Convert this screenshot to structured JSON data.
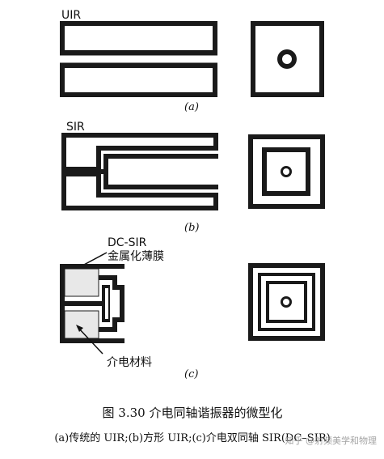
{
  "labels": {
    "uir": "UIR",
    "sir": "SIR",
    "dc_sir": "DC-SIR",
    "metal_film": "金属化薄膜",
    "dielectric": "介电材料"
  },
  "subcaptions": {
    "a": "(a)",
    "b": "(b)",
    "c": "(c)"
  },
  "caption": {
    "title": "图 3.30   介电同轴谐振器的微型化",
    "subtitle": "(a)传统的 UIR;(b)方形 UIR;(c)介电双同轴 SIR(DC–SIR)"
  },
  "watermark": "知乎 @射频美学和物理"
}
